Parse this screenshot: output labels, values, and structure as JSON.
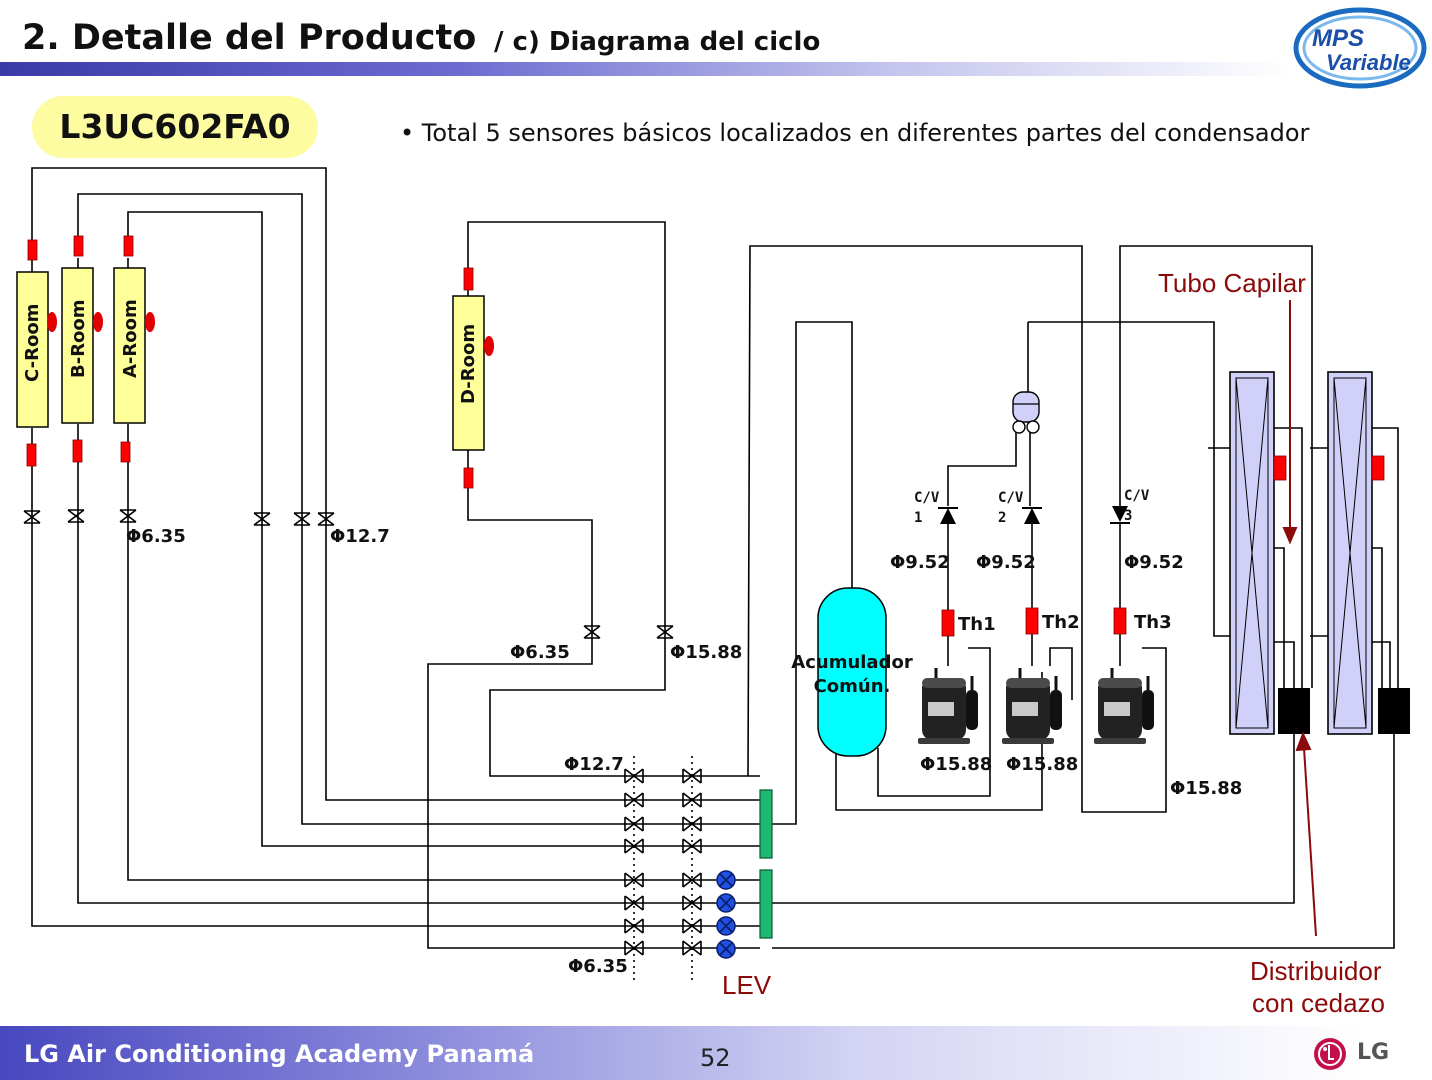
{
  "header": {
    "title": "2. Detalle del Producto",
    "subtitle": "/ c) Diagrama del ciclo",
    "logo_line1": "MPS",
    "logo_line2": "Variable"
  },
  "model": "L3UC602FA0",
  "bullet_text": "• Total 5 sensores básicos localizados en diferentes partes del condensador",
  "rooms": [
    "C-Room",
    "B-Room",
    "A-Room",
    "D-Room"
  ],
  "pipe_labels": {
    "p_6_35_indoor": "Φ6.35",
    "p_12_7_indoor": "Φ12.7",
    "p_6_35_d": "Φ6.35",
    "p_15_88_d": "Φ15.88",
    "p_12_7_manifold": "Φ12.7",
    "p_6_35_manifold": "Φ6.35",
    "p_9_52_1": "Φ9.52",
    "p_9_52_2": "Φ9.52",
    "p_9_52_3": "Φ9.52",
    "p_15_88_c1": "Φ15.88",
    "p_15_88_c2": "Φ15.88",
    "p_15_88_c3": "Φ15.88"
  },
  "check_valves": [
    {
      "line1": "C/V",
      "line2": "1"
    },
    {
      "line1": "C/V",
      "line2": "2"
    },
    {
      "line1": "C/V",
      "line2": "3"
    }
  ],
  "sensors": [
    "Th1",
    "Th2",
    "Th3"
  ],
  "accumulator": {
    "line1": "Acumulador",
    "line2": "Común."
  },
  "annotations": {
    "capillary": "Tubo Capilar",
    "distributor_line1": "Distribuidor",
    "distributor_line2": "con cedazo",
    "lev": "LEV"
  },
  "footer": {
    "academy": "LG Air Conditioning Academy Panamá",
    "page": "52",
    "brand": "LG"
  },
  "colors": {
    "title_bar": "#3a3aa8",
    "model_pill": "#fdfca0",
    "room_unit": "#ffff99",
    "sensor_red": "#ff0000",
    "accumulator": "#00ffff",
    "header_green": "#1fb870",
    "lev_blue": "#2050e0",
    "heat_exchanger": "#d0d0f8",
    "annotation_red": "#8b0a0a"
  }
}
